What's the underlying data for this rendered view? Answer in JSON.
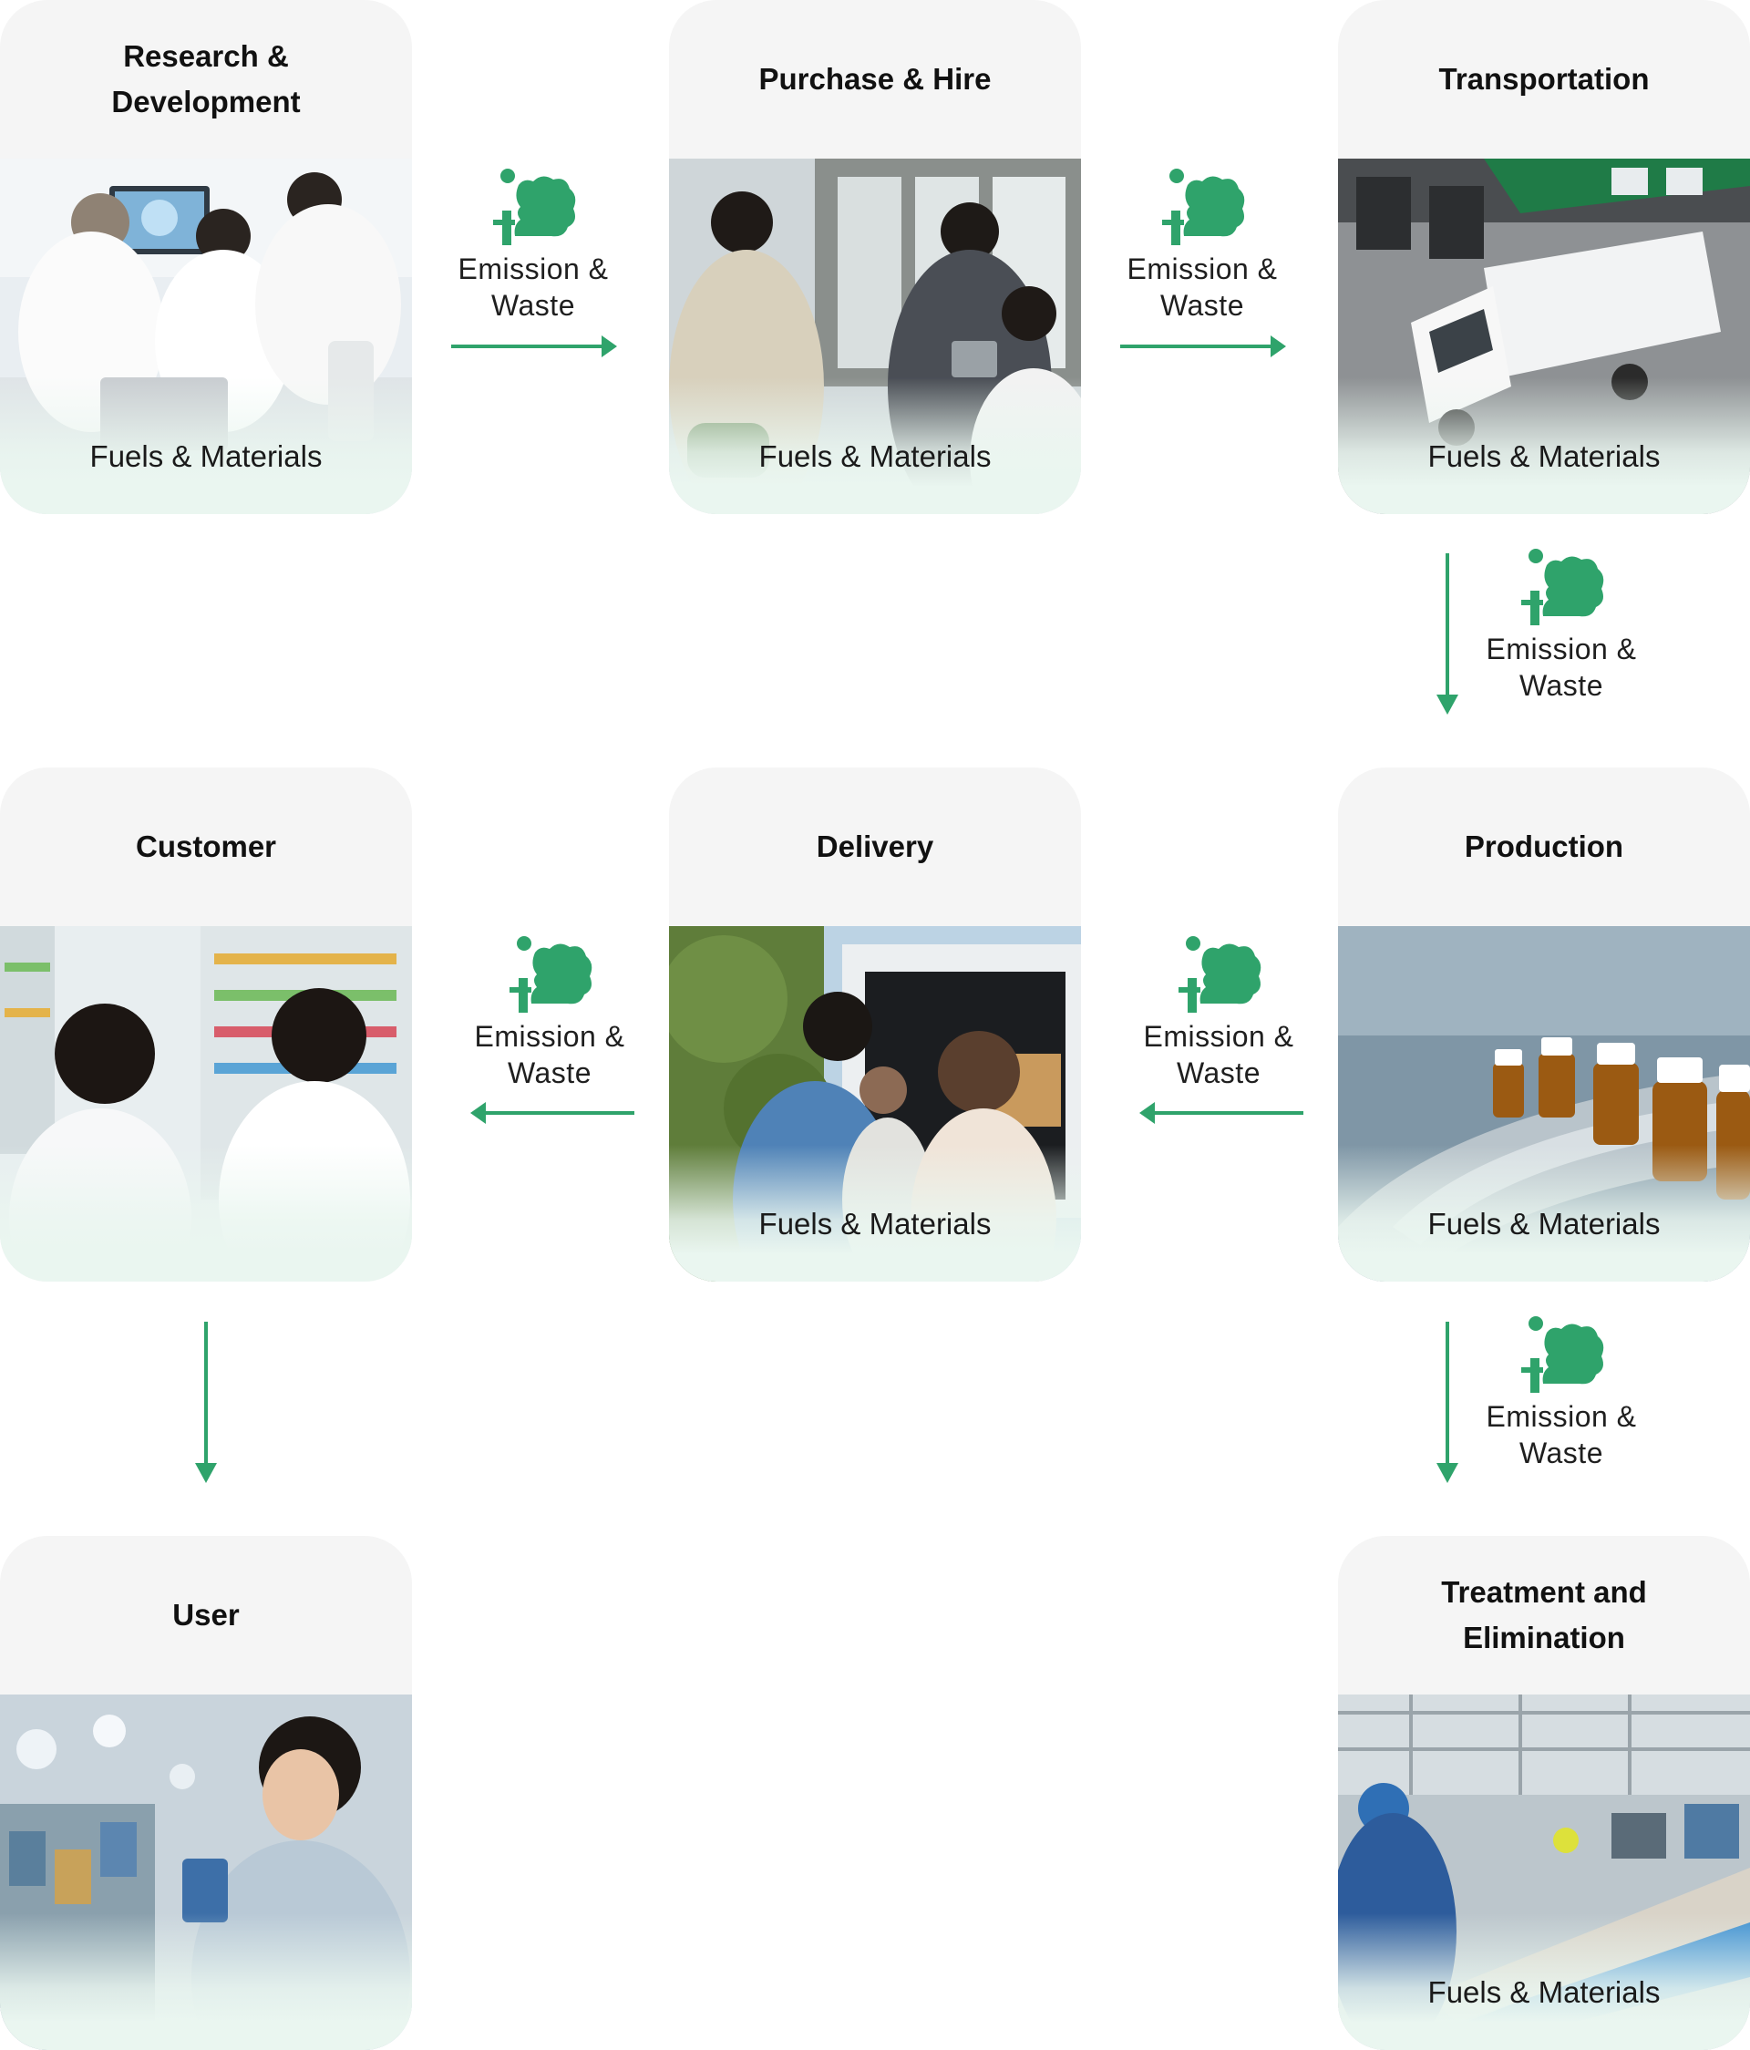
{
  "colors": {
    "accent": "#2fa36b",
    "card_bg": "#f5f5f5",
    "card_fade": "#eaf6f0"
  },
  "flow_label": "Emission & Waste",
  "flow_label_lines": [
    "Emission &",
    "Waste"
  ],
  "stages": [
    {
      "id": "research",
      "title": "Research & Development",
      "title_lines": [
        "Research &",
        "Development"
      ],
      "footer": "Fuels & Materials",
      "icon": "lab-scientists-photo"
    },
    {
      "id": "purchase",
      "title": "Purchase & Hire",
      "title_lines": [
        "Purchase & Hire"
      ],
      "footer": "Fuels & Materials",
      "icon": "business-handshake-photo"
    },
    {
      "id": "transport",
      "title": "Transportation",
      "title_lines": [
        "Transportation"
      ],
      "footer": "Fuels & Materials",
      "icon": "delivery-truck-photo"
    },
    {
      "id": "production",
      "title": "Production",
      "title_lines": [
        "Production"
      ],
      "footer": "Fuels & Materials",
      "icon": "bottle-conveyor-photo"
    },
    {
      "id": "delivery",
      "title": "Delivery",
      "title_lines": [
        "Delivery"
      ],
      "footer": "Fuels & Materials",
      "icon": "truck-unloading-photo"
    },
    {
      "id": "customer",
      "title": "Customer",
      "title_lines": [
        "Customer"
      ],
      "footer": "",
      "icon": "pharmacists-photo"
    },
    {
      "id": "user",
      "title": "User",
      "title_lines": [
        "User"
      ],
      "footer": "",
      "icon": "shopper-phone-photo"
    },
    {
      "id": "treatment",
      "title": "Treatment and Elimination",
      "title_lines": [
        "Treatment and",
        "Elimination"
      ],
      "footer": "Fuels & Materials",
      "icon": "waste-sorting-photo"
    }
  ],
  "flows": [
    {
      "from": "research",
      "to": "purchase",
      "label": "Emission & Waste",
      "direction": "right"
    },
    {
      "from": "purchase",
      "to": "transport",
      "label": "Emission & Waste",
      "direction": "right"
    },
    {
      "from": "transport",
      "to": "production",
      "label": "Emission & Waste",
      "direction": "down"
    },
    {
      "from": "production",
      "to": "delivery",
      "label": "Emission & Waste",
      "direction": "left"
    },
    {
      "from": "delivery",
      "to": "customer",
      "label": "Emission & Waste",
      "direction": "left"
    },
    {
      "from": "customer",
      "to": "user",
      "label": "",
      "direction": "down"
    },
    {
      "from": "production",
      "to": "treatment",
      "label": "Emission & Waste",
      "direction": "down"
    }
  ]
}
